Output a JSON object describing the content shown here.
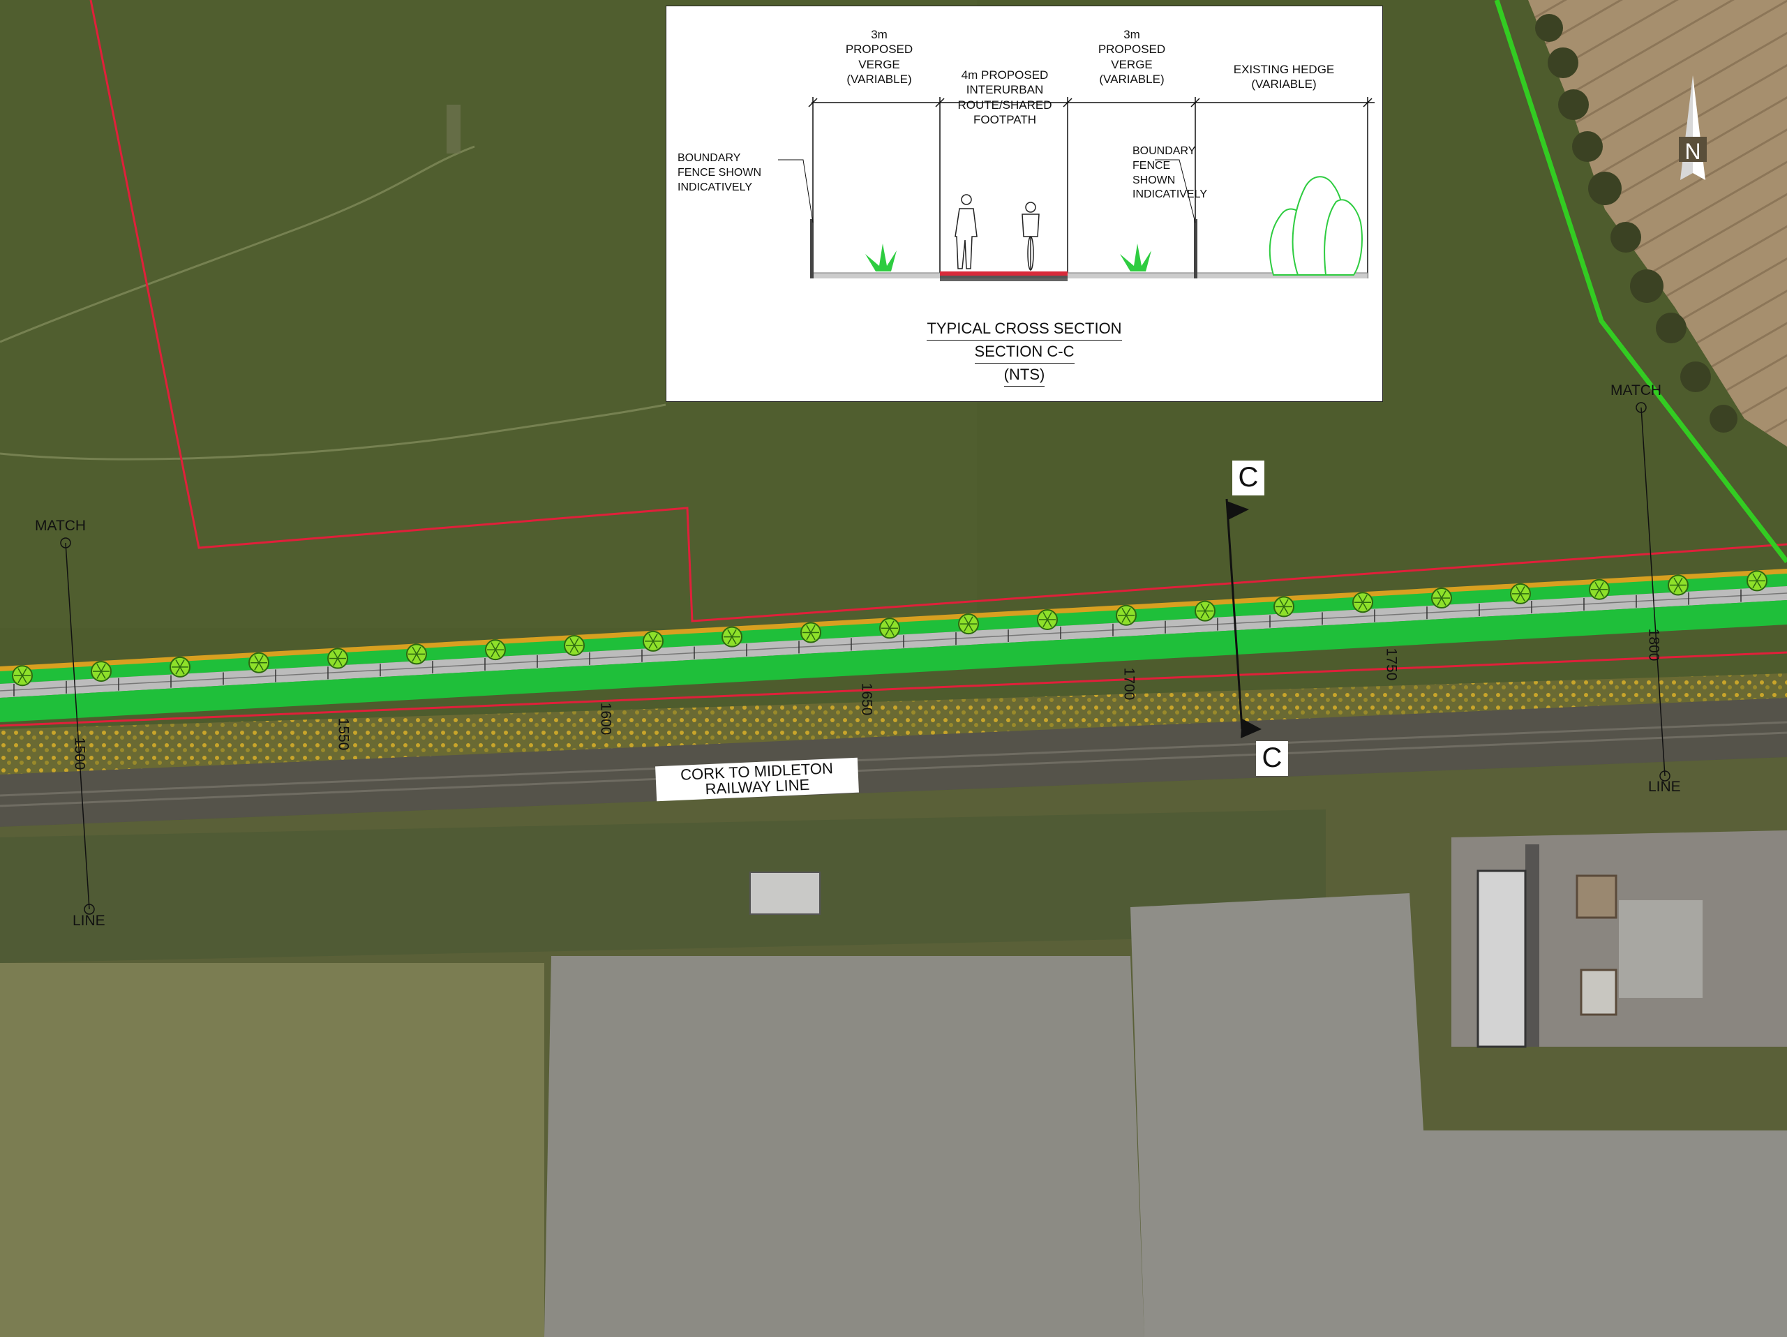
{
  "inset": {
    "dims": [
      {
        "top": "3m",
        "mid": "PROPOSED",
        "low": "VERGE",
        "sub": "(VARIABLE)"
      },
      {
        "line1": "4m PROPOSED INTERURBAN",
        "line2": "ROUTE/SHARED FOOTPATH"
      },
      {
        "top": "3m",
        "mid": "PROPOSED",
        "low": "VERGE",
        "sub": "(VARIABLE)"
      },
      {
        "line1": "EXISTING HEDGE",
        "line2": "(VARIABLE)"
      }
    ],
    "callout_left": [
      "BOUNDARY",
      "FENCE SHOWN",
      "INDICATIVELY"
    ],
    "callout_right": [
      "BOUNDARY",
      "FENCE",
      "SHOWN",
      "INDICATIVELY"
    ],
    "title": [
      "TYPICAL CROSS SECTION",
      "SECTION C-C",
      "(NTS)"
    ]
  },
  "map": {
    "railway_label": [
      "CORK TO MIDLETON",
      "RAILWAY LINE"
    ],
    "section_marker": "C",
    "match_line_left": {
      "top": "MATCH",
      "bottom": "LINE"
    },
    "match_line_right": {
      "top": "MATCH",
      "bottom": "LINE"
    },
    "chainages": [
      "1500",
      "1550",
      "1600",
      "1650",
      "1700",
      "1750",
      "1800"
    ],
    "north_label": "N",
    "colors": {
      "boundary_red": "#e0203a",
      "boundary_green": "#33cc22",
      "verge_green": "#1fbf3a",
      "path_grey": "#bcbcbc",
      "tree_green": "#8ee02a",
      "field_green": "#4f5d2f",
      "gravel": "#8f8e88",
      "cropfield": "#a58f6d"
    }
  }
}
